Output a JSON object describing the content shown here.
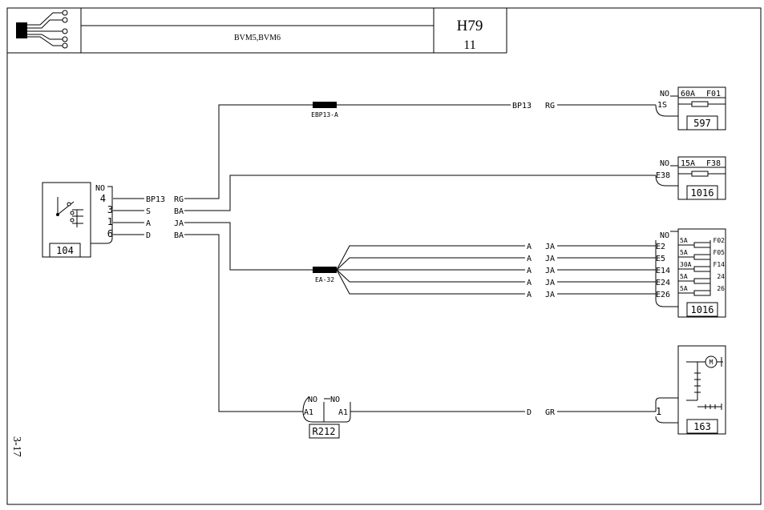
{
  "title_block": {
    "vehicle_label": "BVM5,BVM6",
    "code": "H79",
    "sheet": "11",
    "page_ref": "3-17"
  },
  "connector_104": {
    "id": "104",
    "no_label": "NO",
    "pins": [
      {
        "pin": "4",
        "left": "BP13",
        "right": "RG"
      },
      {
        "pin": "3",
        "left": "S",
        "right": "BA"
      },
      {
        "pin": "1",
        "left": "A",
        "right": "JA"
      },
      {
        "pin": "6",
        "left": "D",
        "right": "BA"
      }
    ]
  },
  "splices": {
    "ebp13": "EBP13-A",
    "ea32": "EA-32"
  },
  "fuse_597": {
    "id": "597",
    "no_label": "NO",
    "amp": "60A",
    "fuse": "F01",
    "pin": "1S",
    "wire": {
      "left": "BP13",
      "right": "RG"
    }
  },
  "fuse_1016_top": {
    "id": "1016",
    "no_label": "NO",
    "amp": "15A",
    "fuse": "F38",
    "pin": "E38"
  },
  "fusebox_1016": {
    "id": "1016",
    "no_label": "NO",
    "rows": [
      {
        "pin": "E2",
        "amp": "5A",
        "fuse": "F02",
        "wire_left": "A",
        "wire_right": "JA"
      },
      {
        "pin": "E5",
        "amp": "5A",
        "fuse": "F05",
        "wire_left": "A",
        "wire_right": "JA"
      },
      {
        "pin": "E14",
        "amp": "30A",
        "fuse": "F14",
        "wire_left": "A",
        "wire_right": "JA"
      },
      {
        "pin": "E24",
        "amp": "5A",
        "fuse": "24",
        "wire_left": "A",
        "wire_right": "JA"
      },
      {
        "pin": "E26",
        "amp": "5A",
        "fuse": "26",
        "wire_left": "A",
        "wire_right": "JA"
      }
    ]
  },
  "connector_r212": {
    "id": "R212",
    "left": {
      "no": "NO",
      "pin": "A1"
    },
    "right": {
      "no": "NO",
      "pin": "A1"
    }
  },
  "motor_163": {
    "id": "163",
    "pin": "1",
    "motor_symbol": "M",
    "wire": {
      "left": "D",
      "right": "GR"
    }
  },
  "icons": {
    "logo": "connector-harness-logo",
    "switch": "switch-symbol",
    "fuse": "fuse-symbol",
    "motor": "motor-symbol"
  }
}
